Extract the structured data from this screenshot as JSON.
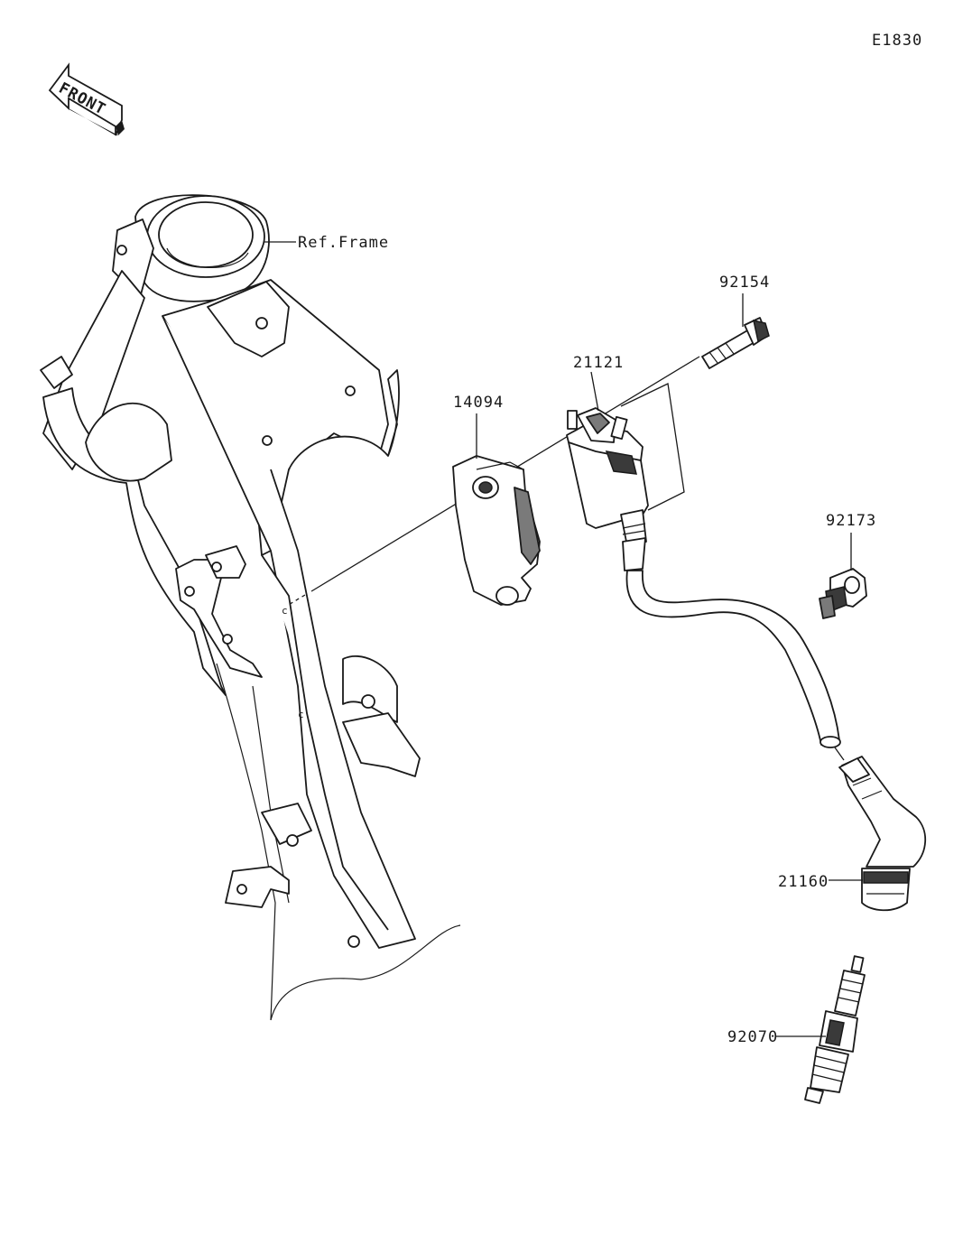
{
  "diagram_code": "E1830",
  "front_indicator": "FRONT",
  "ref_frame_label": "Ref.Frame",
  "parts": {
    "bolt": "92154",
    "ignition_coil": "21121",
    "bracket": "14094",
    "clamp": "92173",
    "plug_cap": "21160",
    "spark_plug": "92070"
  }
}
